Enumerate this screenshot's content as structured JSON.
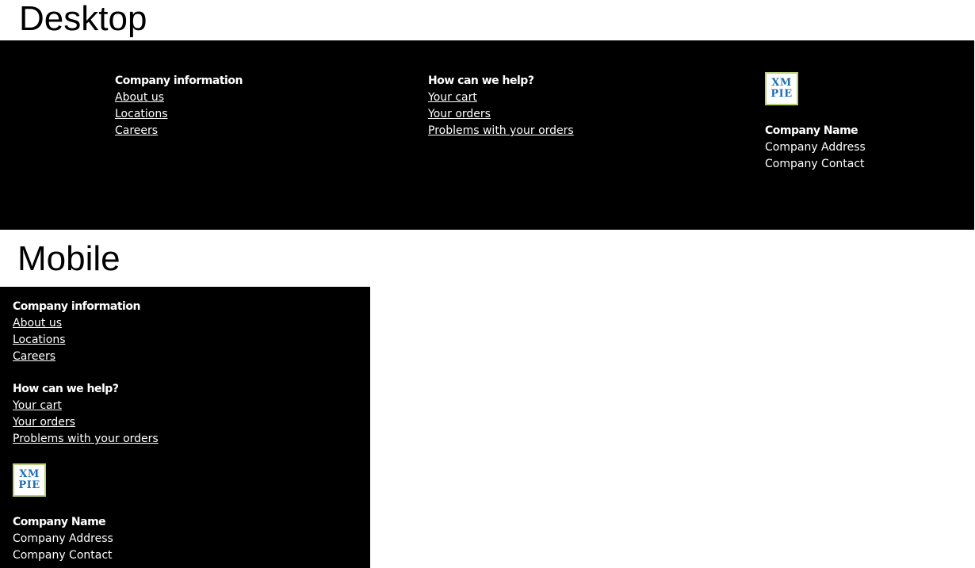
{
  "headings": {
    "desktop": "Desktop",
    "mobile": "Mobile"
  },
  "footer": {
    "company_info": {
      "title": "Company information",
      "links": [
        "About us",
        "Locations",
        "Careers"
      ]
    },
    "help": {
      "title": "How can we help?",
      "links": [
        "Your cart",
        "Your orders",
        "Problems with your orders"
      ]
    },
    "contact": {
      "logo": {
        "line1": "XM",
        "line2": "PIE",
        "text_color": "#1f6fb2",
        "border_color": "#b9cf7a"
      },
      "name": "Company Name",
      "address": "Company Address",
      "contact": "Company Contact"
    }
  },
  "colors": {
    "footer_background": "#000000",
    "footer_text": "#ffffff",
    "page_background": "#ffffff"
  }
}
